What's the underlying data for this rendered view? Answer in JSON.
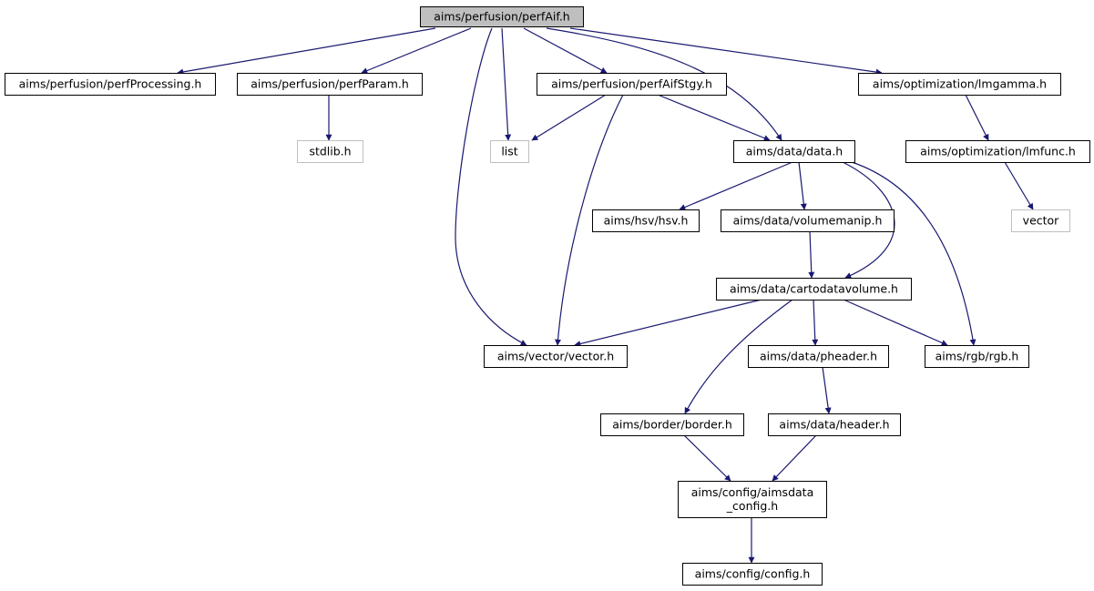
{
  "colors": {
    "edge": "#191970",
    "root_fill": "#bfbfbf",
    "box_border": "#000000",
    "external_border": "#bfbfbf",
    "background": "#ffffff"
  },
  "nodes": [
    {
      "id": "perfAif",
      "label": "aims/perfusion/perfAif.h",
      "kind": "root"
    },
    {
      "id": "perfProcessing",
      "label": "aims/perfusion/perfProcessing.h",
      "kind": "file"
    },
    {
      "id": "perfParam",
      "label": "aims/perfusion/perfParam.h",
      "kind": "file"
    },
    {
      "id": "perfAifStgy",
      "label": "aims/perfusion/perfAifStgy.h",
      "kind": "file"
    },
    {
      "id": "lmgamma",
      "label": "aims/optimization/lmgamma.h",
      "kind": "file"
    },
    {
      "id": "stdlib",
      "label": "stdlib.h",
      "kind": "external"
    },
    {
      "id": "list",
      "label": "list",
      "kind": "external"
    },
    {
      "id": "data",
      "label": "aims/data/data.h",
      "kind": "file"
    },
    {
      "id": "lmfunc",
      "label": "aims/optimization/lmfunc.h",
      "kind": "file"
    },
    {
      "id": "hsv",
      "label": "aims/hsv/hsv.h",
      "kind": "file"
    },
    {
      "id": "volumemanip",
      "label": "aims/data/volumemanip.h",
      "kind": "file"
    },
    {
      "id": "vectorStd",
      "label": "vector",
      "kind": "external"
    },
    {
      "id": "cartodatavolume",
      "label": "aims/data/cartodatavolume.h",
      "kind": "file"
    },
    {
      "id": "vectorAims",
      "label": "aims/vector/vector.h",
      "kind": "file"
    },
    {
      "id": "pheader",
      "label": "aims/data/pheader.h",
      "kind": "file"
    },
    {
      "id": "rgb",
      "label": "aims/rgb/rgb.h",
      "kind": "file"
    },
    {
      "id": "border",
      "label": "aims/border/border.h",
      "kind": "file"
    },
    {
      "id": "header",
      "label": "aims/data/header.h",
      "kind": "file"
    },
    {
      "id": "aimsdata_config",
      "label": "aims/config/aimsdata\n_config.h",
      "kind": "file"
    },
    {
      "id": "config",
      "label": "aims/config/config.h",
      "kind": "file"
    }
  ],
  "edges": [
    {
      "from": "perfAif",
      "to": "perfProcessing"
    },
    {
      "from": "perfAif",
      "to": "perfParam"
    },
    {
      "from": "perfAif",
      "to": "vectorAims"
    },
    {
      "from": "perfAif",
      "to": "list"
    },
    {
      "from": "perfAif",
      "to": "perfAifStgy"
    },
    {
      "from": "perfAif",
      "to": "data"
    },
    {
      "from": "perfAif",
      "to": "lmgamma"
    },
    {
      "from": "perfParam",
      "to": "stdlib"
    },
    {
      "from": "perfAifStgy",
      "to": "list"
    },
    {
      "from": "perfAifStgy",
      "to": "vectorAims"
    },
    {
      "from": "perfAifStgy",
      "to": "data"
    },
    {
      "from": "lmgamma",
      "to": "lmfunc"
    },
    {
      "from": "lmfunc",
      "to": "vectorStd"
    },
    {
      "from": "data",
      "to": "hsv"
    },
    {
      "from": "data",
      "to": "volumemanip"
    },
    {
      "from": "data",
      "to": "cartodatavolume"
    },
    {
      "from": "data",
      "to": "rgb"
    },
    {
      "from": "volumemanip",
      "to": "cartodatavolume"
    },
    {
      "from": "cartodatavolume",
      "to": "vectorAims"
    },
    {
      "from": "cartodatavolume",
      "to": "border"
    },
    {
      "from": "cartodatavolume",
      "to": "pheader"
    },
    {
      "from": "cartodatavolume",
      "to": "rgb"
    },
    {
      "from": "pheader",
      "to": "header"
    },
    {
      "from": "border",
      "to": "aimsdata_config"
    },
    {
      "from": "header",
      "to": "aimsdata_config"
    },
    {
      "from": "aimsdata_config",
      "to": "config"
    }
  ]
}
